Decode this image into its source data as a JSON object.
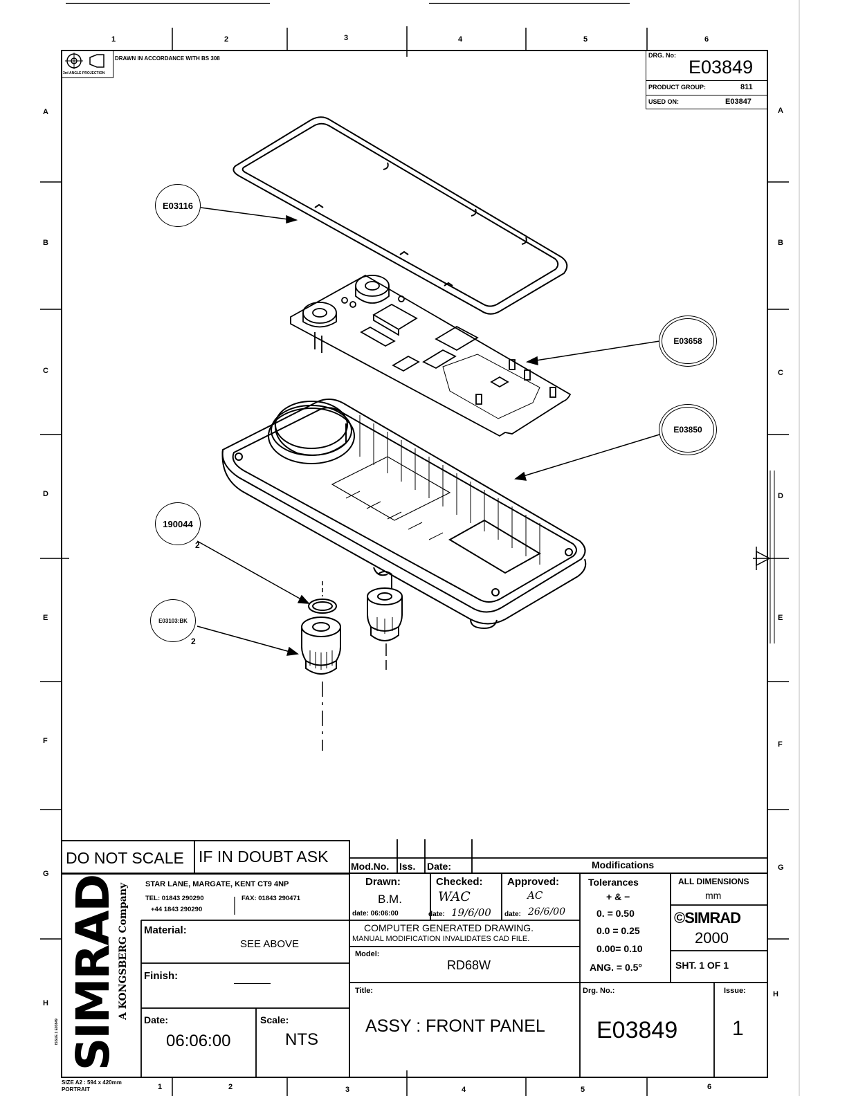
{
  "frame": {
    "col_labels_top": [
      "1",
      "2",
      "3",
      "4",
      "5",
      "6"
    ],
    "col_labels_bottom": [
      "1",
      "2",
      "3",
      "4",
      "5",
      "6"
    ],
    "row_labels_left": [
      "A",
      "B",
      "C",
      "D",
      "E",
      "F",
      "G",
      "H"
    ],
    "row_labels_right": [
      "A",
      "B",
      "C",
      "D",
      "E",
      "F",
      "G",
      "H"
    ],
    "drawn_note": "DRAWN IN ACCORDANCE WITH BS 308",
    "projection_note": "3rd ANGLE PROJECTION",
    "size_note": "SIZE A2 : 594 x 420mm",
    "orientation": "PORTRAIT",
    "side_note": "ISSUE 1 E03849"
  },
  "header": {
    "drg_no_label": "DRG. No:",
    "drg_no": "E03849",
    "product_group_label": "PRODUCT GROUP:",
    "product_group": "811",
    "used_on_label": "USED ON:",
    "used_on": "E03847"
  },
  "callouts": [
    {
      "id": "E03116",
      "qty": ""
    },
    {
      "id": "E03658",
      "qty": ""
    },
    {
      "id": "E03850",
      "qty": ""
    },
    {
      "id": "190044",
      "qty": "2"
    },
    {
      "id": "E03103:BK",
      "qty": "2"
    }
  ],
  "title_block": {
    "do_not_scale": "DO NOT SCALE",
    "if_in_doubt": "IF IN DOUBT ASK",
    "mod_no": "Mod.No.",
    "iss": "Iss.",
    "date_label": "Date:",
    "modifications": "Modifications",
    "company_logo": "SIMRAD",
    "company_sub": "A KONGSBERG Company",
    "address_line": "STAR LANE, MARGATE, KENT CT9 4NP",
    "tel": "TEL: 01843 290290",
    "fax": "FAX: 01843 290471",
    "tel2": "+44 1843 290290",
    "material_label": "Material:",
    "material_value": "SEE ABOVE",
    "finish_label": "Finish:",
    "finish_value": "____",
    "date_field_label": "Date:",
    "date_value": "06:06:00",
    "scale_label": "Scale:",
    "scale_value": "NTS",
    "drawn_label": "Drawn:",
    "drawn_value": "B.M.",
    "drawn_date": "date: 06:06:00",
    "checked_label": "Checked:",
    "checked_value": "WAC",
    "checked_date_label": "date:",
    "checked_date": "19/6/00",
    "approved_label": "Approved:",
    "approved_value": "AC",
    "approved_date_label": "date:",
    "approved_date": "26/6/00",
    "cad_line1": "COMPUTER GENERATED DRAWING.",
    "cad_line2": "MANUAL MODIFICATION INVALIDATES CAD FILE.",
    "model_label": "Model:",
    "model_value": "RD68W",
    "title_label": "Title:",
    "title_value": "ASSY : FRONT PANEL",
    "tolerances_label": "Tolerances",
    "tol_pm": "+ & −",
    "tol_1": "0.   =  0.50",
    "tol_2": "0.0  =  0.25",
    "tol_3": "0.00=  0.10",
    "tol_ang": "ANG.  =  0.5°",
    "all_dims": "ALL DIMENSIONS",
    "dims_unit": "mm",
    "copyright_logo": "©SIMRAD",
    "copyright_year": "2000",
    "sheet": "SHT. 1   OF   1",
    "drg_no_label": "Drg. No.:",
    "drg_no": "E03849",
    "issue_label": "Issue:",
    "issue_value": "1"
  }
}
